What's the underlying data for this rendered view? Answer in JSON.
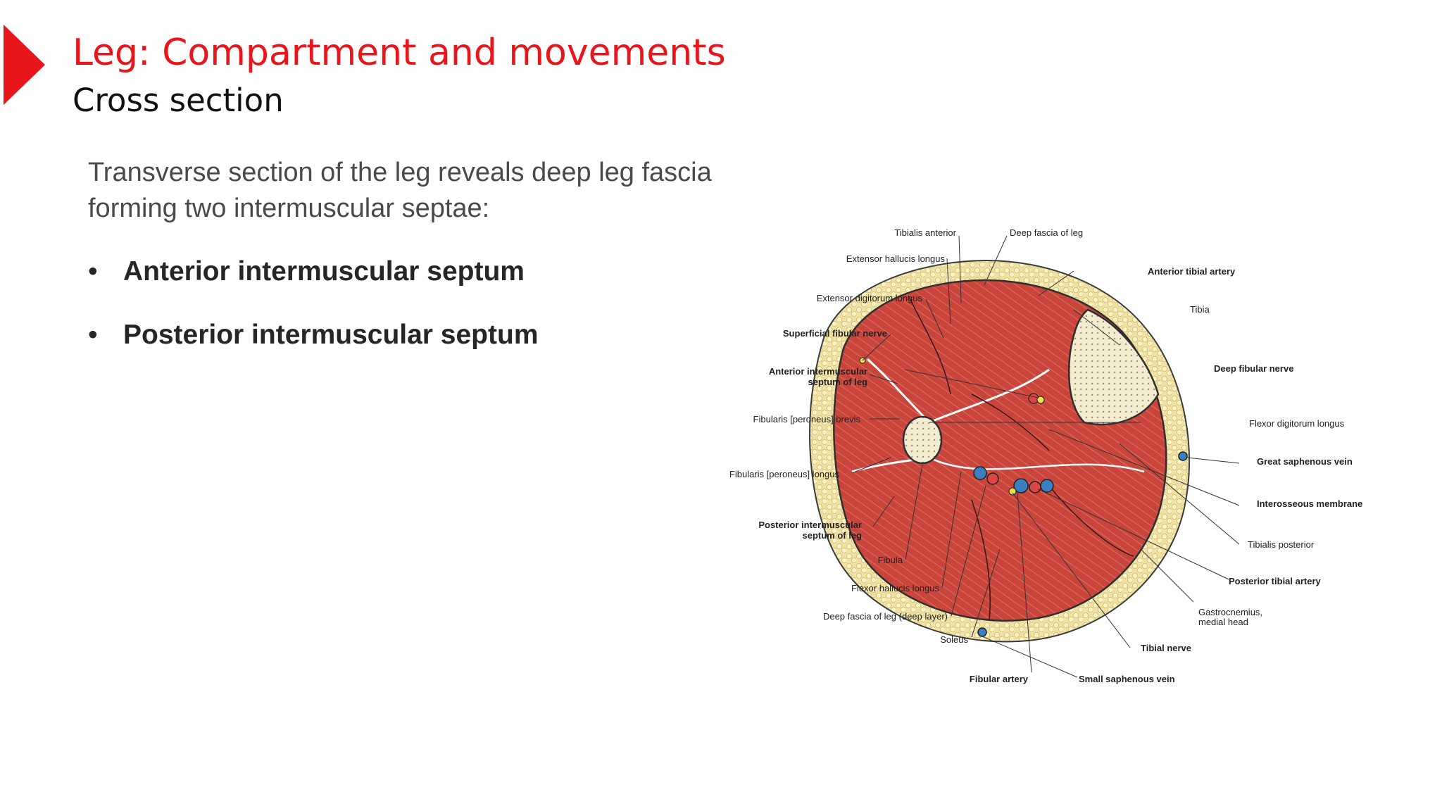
{
  "slide": {
    "title": "Leg: Compartment and movements",
    "subtitle": "Cross section",
    "intro": "Transverse section of the leg reveals deep leg fascia forming two intermuscular septae:",
    "bullets": [
      "Anterior intermuscular septum",
      "Posterior intermuscular septum"
    ],
    "accent_color": "#e8151b"
  },
  "figure": {
    "labels": {
      "tibialis_anterior": "Tibialis anterior",
      "deep_fascia": "Deep fascia of leg",
      "ext_hallucis": "Extensor hallucis longus",
      "ant_tibial_artery": "Anterior tibial artery",
      "ext_digitorum": "Extensor digitorum longus",
      "tibia": "Tibia",
      "sup_fibular_nerve": "Superficial fibular nerve",
      "ant_septum_1": "Anterior intermuscular",
      "ant_septum_2": "septum of leg",
      "deep_fibular_nerve": "Deep fibular nerve",
      "fib_brevis": "Fibularis [peroneus] brevis",
      "flex_digitorum": "Flexor digitorum longus",
      "great_saphenous": "Great saphenous vein",
      "fib_longus": "Fibularis [peroneus] longus",
      "interosseous": "Interosseous membrane",
      "post_septum_1": "Posterior intermuscular",
      "post_septum_2": "septum of leg",
      "tib_posterior": "Tibialis posterior",
      "fibula": "Fibula",
      "post_tibial_artery": "Posterior tibial artery",
      "flex_hallucis": "Flexor hallucis longus",
      "gastrocnemius_1": "Gastrocnemius,",
      "gastrocnemius_2": "medial head",
      "deep_fascia_deep": "Deep fascia of leg (deep layer)",
      "soleus": "Soleus",
      "tibial_nerve": "Tibial nerve",
      "fibular_artery": "Fibular artery",
      "small_saphenous": "Small saphenous vein"
    }
  }
}
